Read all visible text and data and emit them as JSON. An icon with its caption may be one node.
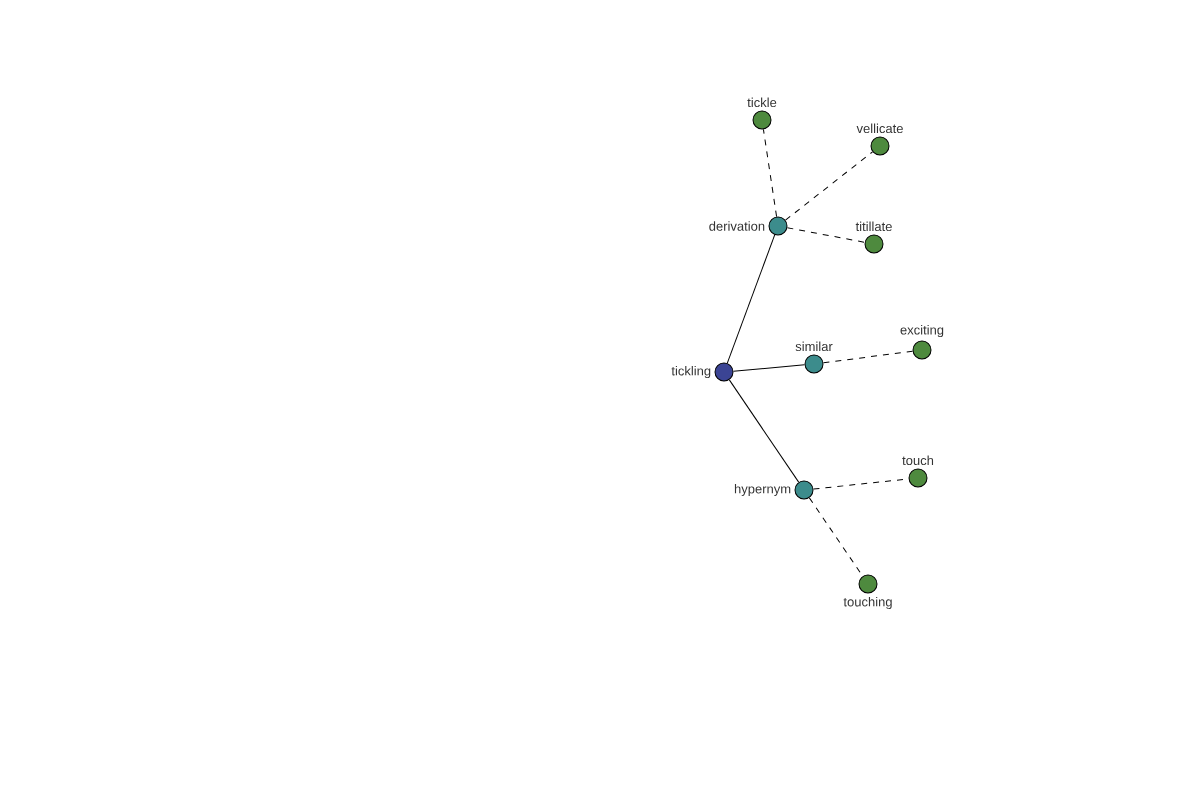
{
  "diagram": {
    "nodes": [
      {
        "text": [
          "tickling"
        ]
      },
      {
        "text": [
          "derivation"
        ]
      },
      {
        "text": [
          "similar"
        ]
      },
      {
        "text": [
          "hypernym"
        ]
      },
      {
        "text": [
          "tickle"
        ]
      },
      {
        "text": [
          "vellicate"
        ]
      },
      {
        "text": [
          "titillate"
        ]
      },
      {
        "text": [
          "exciting"
        ]
      },
      {
        "text": [
          "touch"
        ]
      },
      {
        "text": [
          "touching"
        ]
      }
    ],
    "edges": [
      {
        "from": 0,
        "to": 1,
        "arrow": "none"
      },
      {
        "from": 0,
        "to": 2,
        "arrow": "none"
      },
      {
        "from": 0,
        "to": 3,
        "arrow": "none"
      },
      {
        "from": 1,
        "to": 4,
        "arrow": "none",
        "style": "dashed"
      },
      {
        "from": 1,
        "to": 5,
        "arrow": "none",
        "style": "dashed"
      },
      {
        "from": 1,
        "to": 6,
        "arrow": "none",
        "style": "dashed"
      },
      {
        "from": 2,
        "to": 7,
        "arrow": "none",
        "style": "dashed"
      },
      {
        "from": 3,
        "to": 8,
        "arrow": "none",
        "style": "dashed"
      },
      {
        "from": 3,
        "to": 9,
        "arrow": "none",
        "style": "dashed"
      }
    ]
  }
}
